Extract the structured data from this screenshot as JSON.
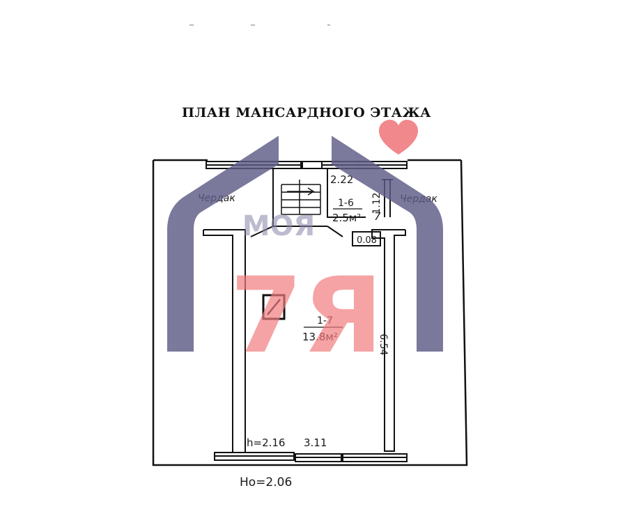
{
  "plan": {
    "title": "ПЛАН МАНСАРДНОГО ЭТАЖА",
    "rooms": {
      "attic_left": "Чердак",
      "attic_right": "Чердак",
      "room_16_number": "1-6",
      "room_16_area": "2.5м²",
      "room_17_number": "1-7",
      "room_17_area": "13.8м²"
    },
    "dimensions": {
      "stair_width": "2.22",
      "hall_depth": "1.12",
      "niche": "0.08",
      "room_length": "6.54",
      "room_width": "3.11",
      "ceiling_height": "h=2.16",
      "floor_height": "Ho=2.06",
      "side_mark": "7"
    }
  },
  "watermark": {
    "text": "МОЯ",
    "letter": "7Я",
    "color_house": "#5e5b86",
    "color_letter": "#f07b7d",
    "color_heart": "#ee6e74"
  }
}
